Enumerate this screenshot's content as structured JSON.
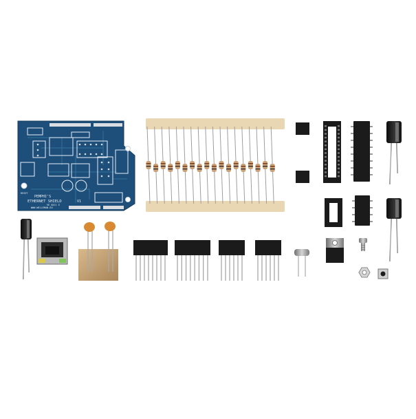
{
  "pcb": {
    "brand": "PEMPHI'S",
    "title": "ETHERNET SHIELD",
    "version": "V1",
    "code": "VE 0411 E",
    "site": "WWW.WELLEMAN.EU",
    "reset_label": "RESET"
  },
  "colors": {
    "background": "#ffffff",
    "pcb_blue": "#1e4f7a",
    "pcb_trace": "#2f6b98",
    "silkscreen": "#e8eef5",
    "tape": "#e9d7b3",
    "resistor_body": "#caa27a",
    "capacitor_orange": "#d78a32",
    "ic_black": "#1b1b1b",
    "metal": "#9a9a9a"
  },
  "component_icons": [
    "pcb-board-icon",
    "resistor-strip-icon",
    "pin-header-icon",
    "ic-socket-icon",
    "ic-chip-icon",
    "electrolytic-capacitor-icon",
    "rj45-jack-icon",
    "ceramic-capacitor-icon",
    "stackable-header-icon",
    "crystal-icon",
    "voltage-regulator-icon",
    "screw-icon",
    "nut-icon",
    "pushbutton-icon"
  ]
}
